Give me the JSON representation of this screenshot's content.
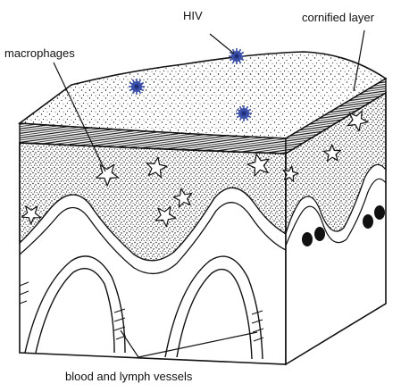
{
  "labels": {
    "hiv": "HIV",
    "cornified_layer": "cornified layer",
    "macrophages": "macrophages",
    "vessels": "blood and lymph vessels"
  },
  "colors": {
    "line": "#1a1a1a",
    "virus": "#3a4fa8",
    "virus_dark": "#1f2f7a",
    "background": "#ffffff"
  },
  "icons": [
    "hiv-virus-particle",
    "macrophage-cell"
  ]
}
